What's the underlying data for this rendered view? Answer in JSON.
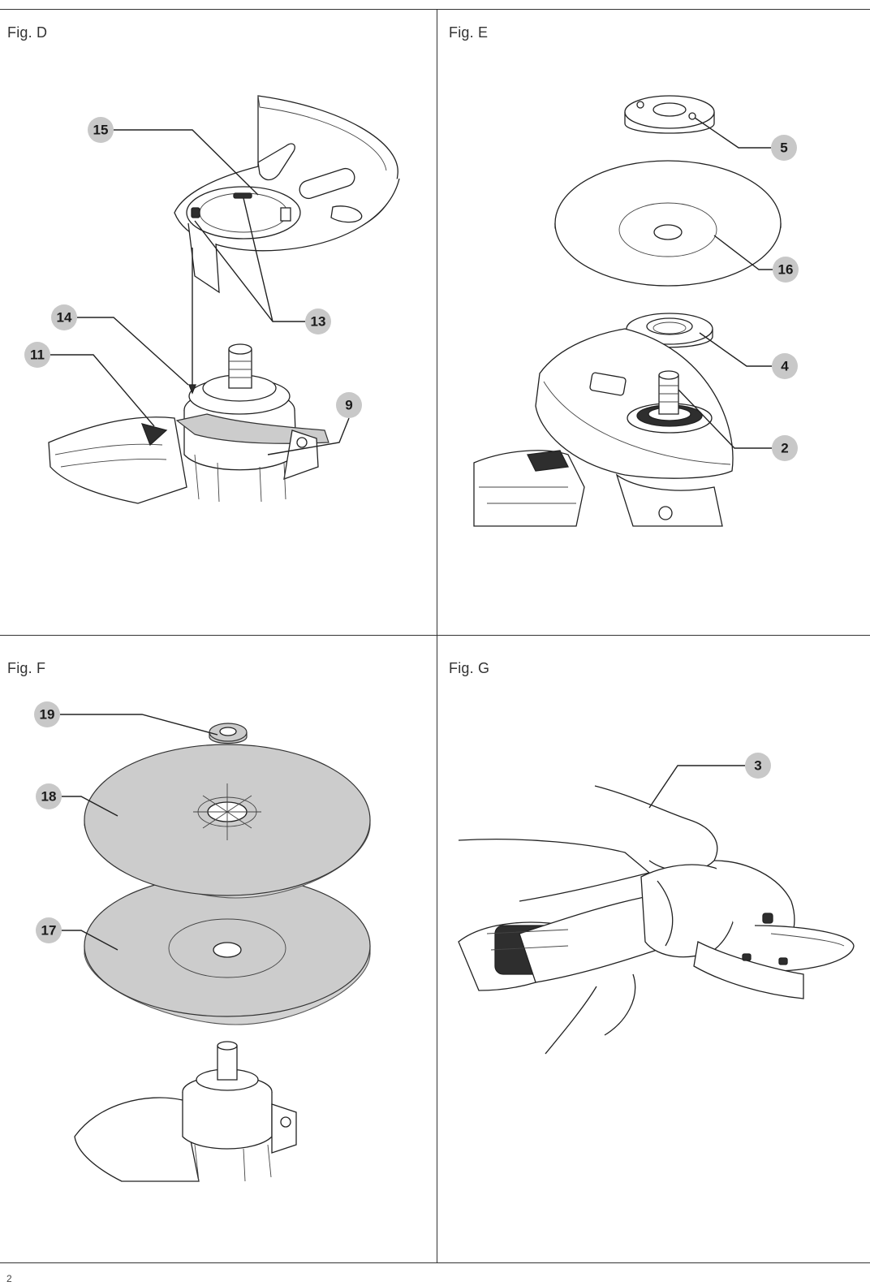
{
  "figures": {
    "d": {
      "label": "Fig. D",
      "callouts": [
        "15",
        "14",
        "11",
        "13",
        "9"
      ]
    },
    "e": {
      "label": "Fig. E",
      "callouts": [
        "5",
        "16",
        "4",
        "2"
      ]
    },
    "f": {
      "label": "Fig. F",
      "callouts": [
        "19",
        "18",
        "17"
      ]
    },
    "g": {
      "label": "Fig. G",
      "callouts": [
        "3"
      ]
    }
  },
  "page_number": "2"
}
